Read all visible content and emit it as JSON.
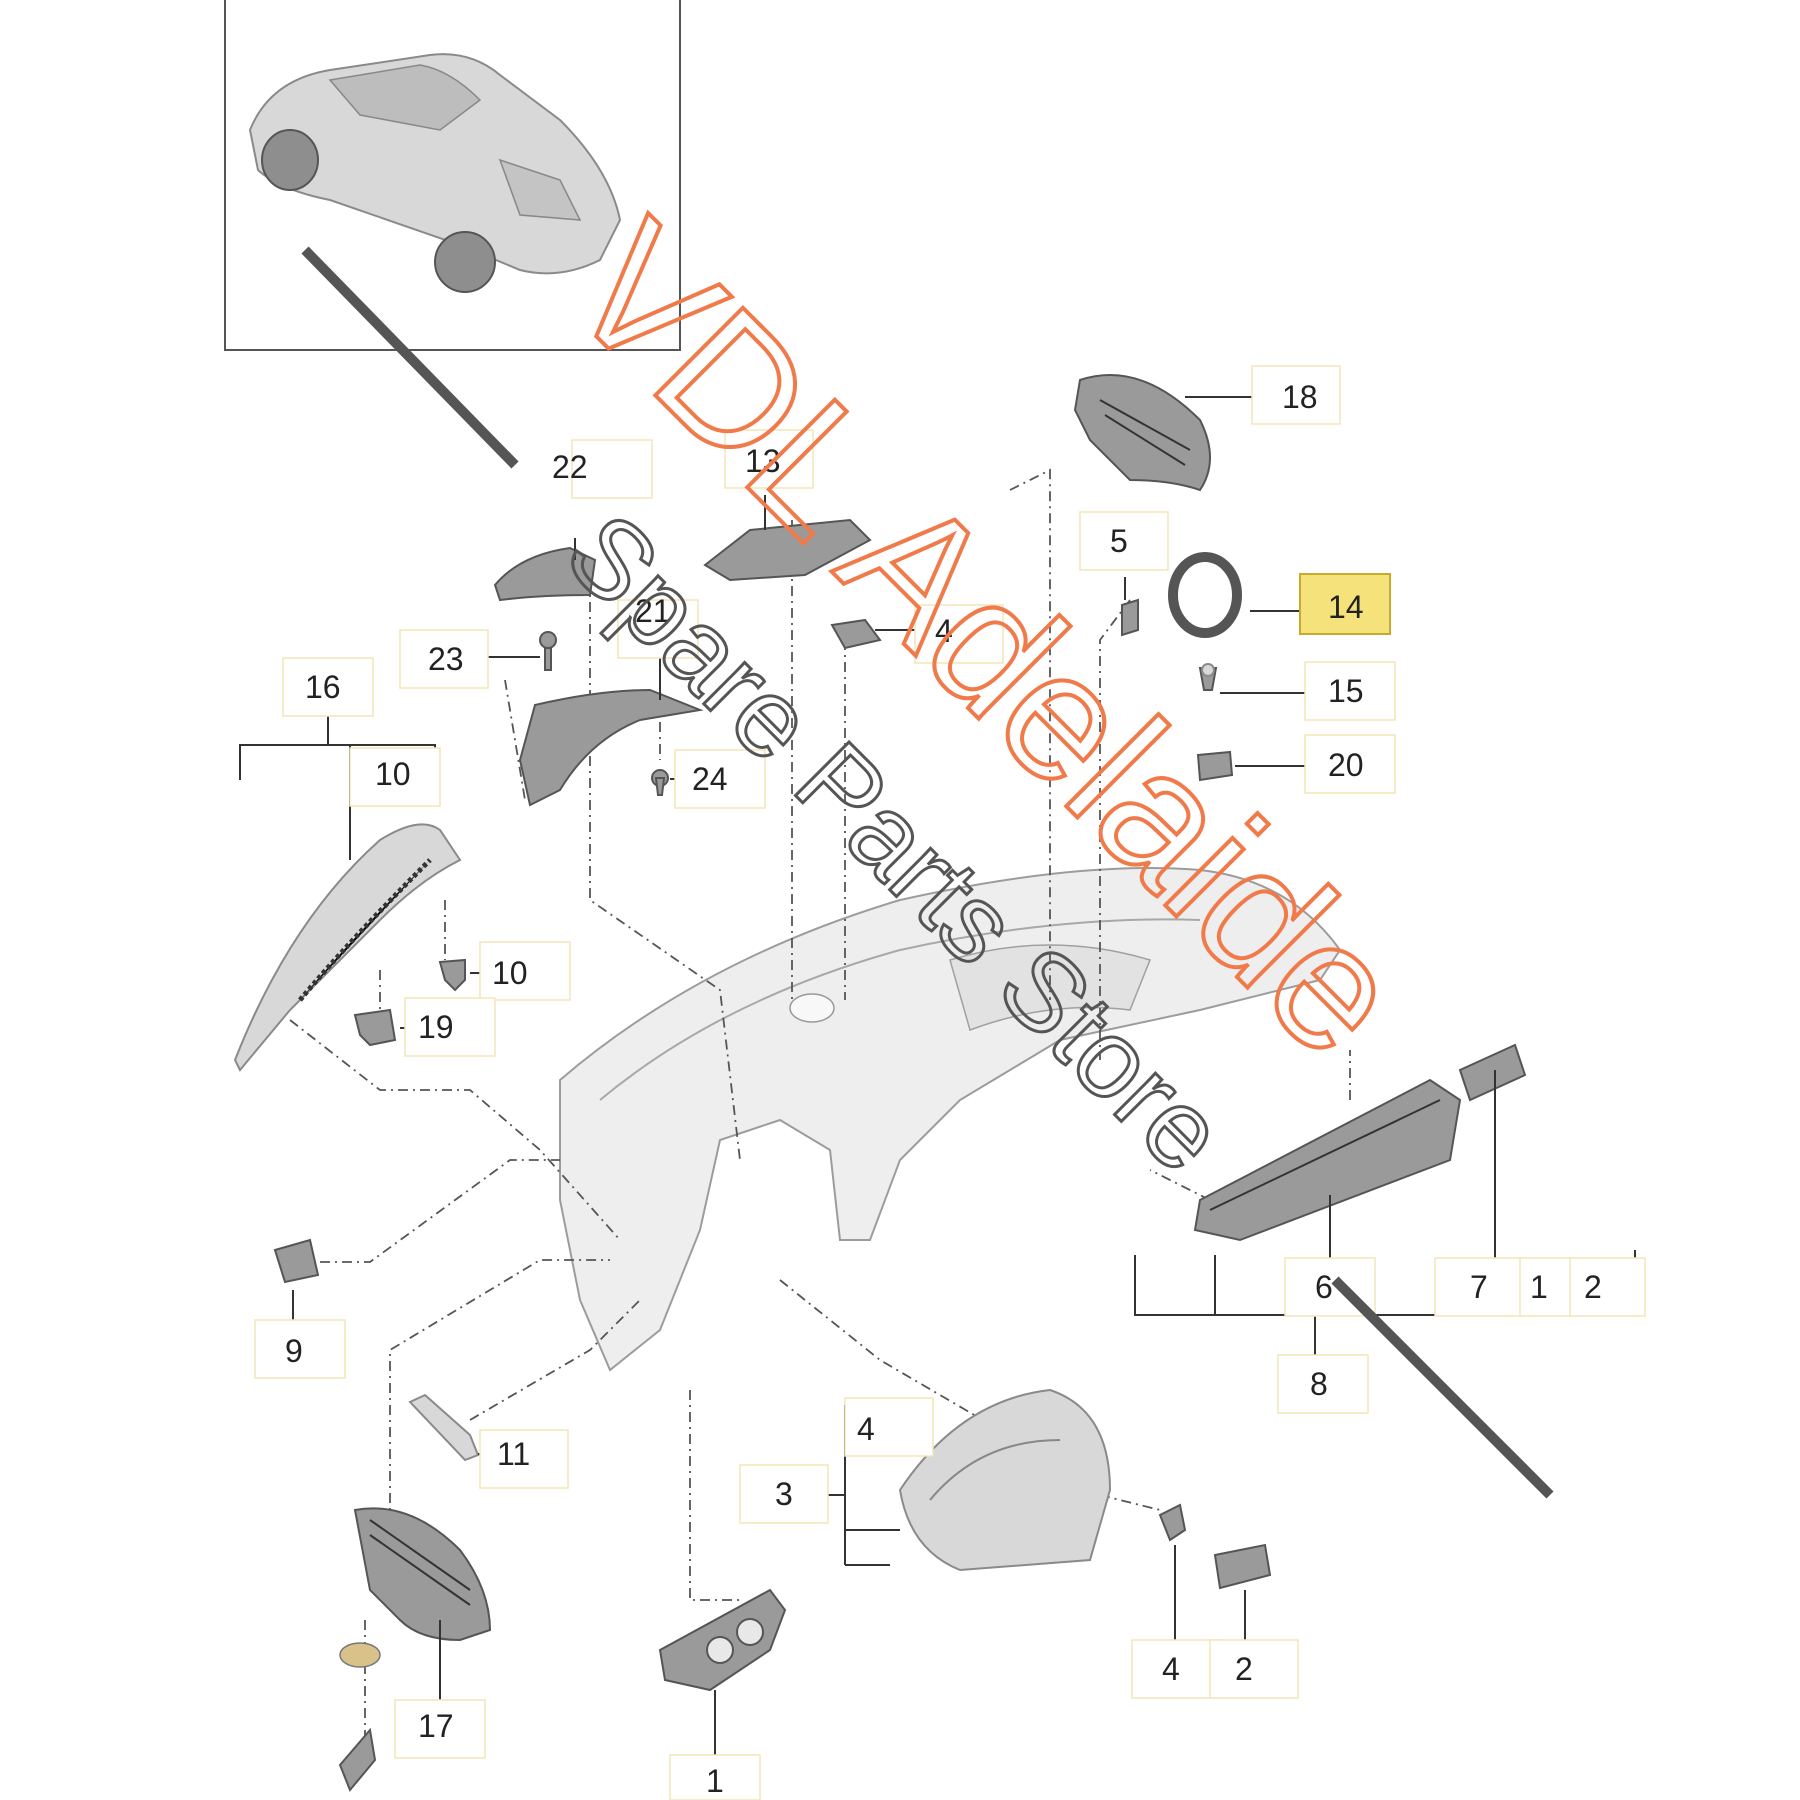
{
  "watermark": {
    "line1": "VDL Adelaide",
    "line2": "Spare Parts Store",
    "color_primary": "#f07a4a",
    "color_secondary": "#555555"
  },
  "callouts": {
    "c1": "1",
    "c2": "2",
    "c3": "3",
    "c4": "4",
    "c5": "5",
    "c6": "6",
    "c7": "7",
    "c8": "8",
    "c9": "9",
    "c10": "10",
    "c11": "11",
    "c13": "13",
    "c14": "14",
    "c15": "15",
    "c16": "16",
    "c17": "17",
    "c18": "18",
    "c19": "19",
    "c20": "20",
    "c21": "21",
    "c22": "22",
    "c23": "23",
    "c24": "24"
  },
  "highlight_color": "#f6e27a"
}
